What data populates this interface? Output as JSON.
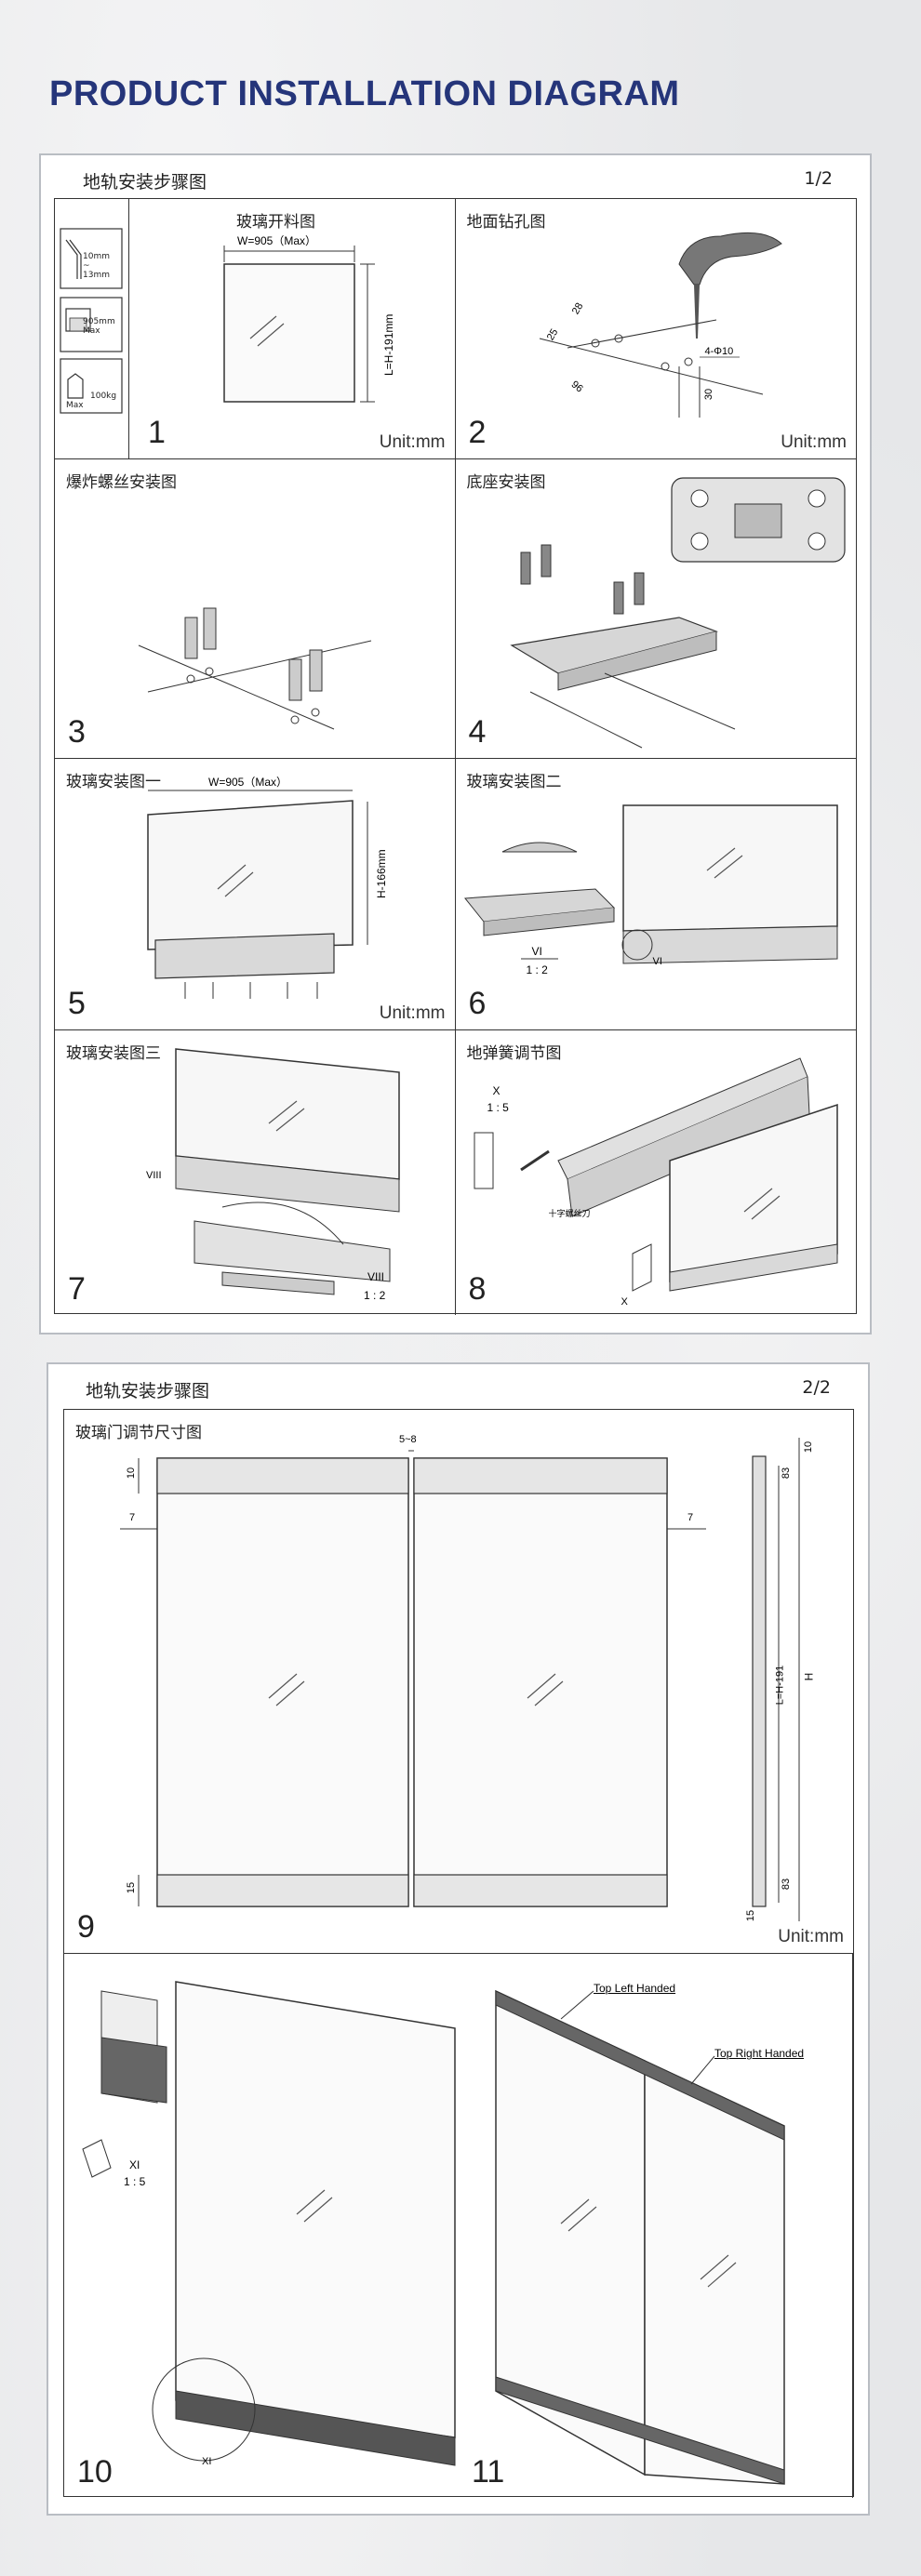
{
  "page": {
    "title": "PRODUCT INSTALLATION DIAGRAM"
  },
  "sheets": [
    {
      "title": "地轨安装步骤图",
      "page": "1/2"
    },
    {
      "title": "地轨安装步骤图",
      "page": "2/2"
    }
  ],
  "steps": {
    "s1": {
      "caption": "玻璃开料图",
      "number": "1",
      "unit": "Unit:mm",
      "width_label": "W=905（Max）",
      "height_label": "L=H-191mm",
      "specs": [
        "10mm",
        "~",
        "13mm",
        "905mm",
        "Max",
        "Max",
        "100kg"
      ]
    },
    "s2": {
      "caption": "地面钻孔图",
      "number": "2",
      "unit": "Unit:mm",
      "dims": [
        "28",
        "25",
        "96",
        "4-Φ10",
        "30"
      ]
    },
    "s3": {
      "caption": "爆炸螺丝安装图",
      "number": "3"
    },
    "s4": {
      "caption": "底座安装图",
      "number": "4"
    },
    "s5": {
      "caption": "玻璃安装图一",
      "number": "5",
      "unit": "Unit:mm",
      "width_label": "W=905（Max）",
      "height_label": "H-166mm"
    },
    "s6": {
      "caption": "玻璃安装图二",
      "number": "6",
      "detail": "VI",
      "scale": "1 : 2",
      "callout": "VI"
    },
    "s7": {
      "caption": "玻璃安装图三",
      "number": "7",
      "detail": "VIII",
      "scale": "1 : 2",
      "callout": "VIII"
    },
    "s8": {
      "caption": "地弹簧调节图",
      "number": "8",
      "detail": "X",
      "scale": "1 : 5",
      "callout": "X",
      "tool_label": "十字螺丝刀"
    },
    "s9": {
      "caption": "玻璃门调节尺寸图",
      "number": "9",
      "unit": "Unit:mm",
      "dims": [
        "5~8",
        "10",
        "7",
        "7",
        "15",
        "10",
        "83",
        "L=H-191",
        "H",
        "83",
        "15"
      ]
    },
    "s10": {
      "number": "10",
      "detail": "XI",
      "scale": "1 : 5",
      "callout": "XI"
    },
    "s11": {
      "number": "11",
      "top_left": "Top Left Handed",
      "top_right": "Top Right Handed"
    }
  },
  "colors": {
    "title": "#25357a",
    "line": "#333333",
    "glass": "#f7f7f7",
    "rail": "#dcdcdc"
  }
}
